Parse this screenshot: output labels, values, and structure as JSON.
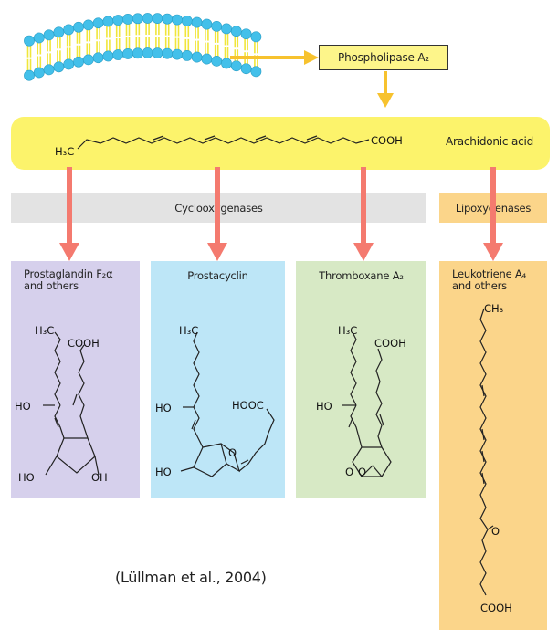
{
  "enzyme": {
    "label": "Phospholipase A₂"
  },
  "substrate": {
    "label": "Arachidonic acid",
    "left_group": "H₃C",
    "right_group": "COOH"
  },
  "pathways": {
    "cox": "Cyclooxygenases",
    "lox": "Lipoxygenases"
  },
  "products": {
    "prostaglandin": {
      "title_line1": "Prostaglandin F₂α",
      "title_line2": "and others"
    },
    "prostacyclin": {
      "title": "Prostacyclin"
    },
    "thromboxane": {
      "title": "Thromboxane A₂"
    },
    "leukotriene": {
      "title_line1": "Leukotriene A₄",
      "title_line2": "and others"
    }
  },
  "groups": {
    "h3c": "H₃C",
    "ch3": "CH₃",
    "cooh": "COOH",
    "hooc": "HOOC",
    "ho": "HO",
    "oh": "OH",
    "ho_pc_top": "HO",
    "ho_pc_bottom": "HO",
    "ho_tx": "HO",
    "o_ring": "O",
    "o_bridge1": "O",
    "o_bridge2": "O",
    "o_epoxide": "O"
  },
  "citation": "(Lüllman et al., 2004)",
  "colors": {
    "membrane_head": "#43c0ea",
    "membrane_tail": "#f0e63a",
    "arrow": "#f7c22e",
    "red_arrow": "#f47a6f",
    "substrate_band": "#fcf36b",
    "cox_bar": "#e3e3e3",
    "lox_bar": "#fbd58a",
    "panel_pg": "#d6d0ec",
    "panel_pc": "#bde6f7",
    "panel_tx": "#d7e9c5",
    "panel_lt": "#fbd58a"
  }
}
